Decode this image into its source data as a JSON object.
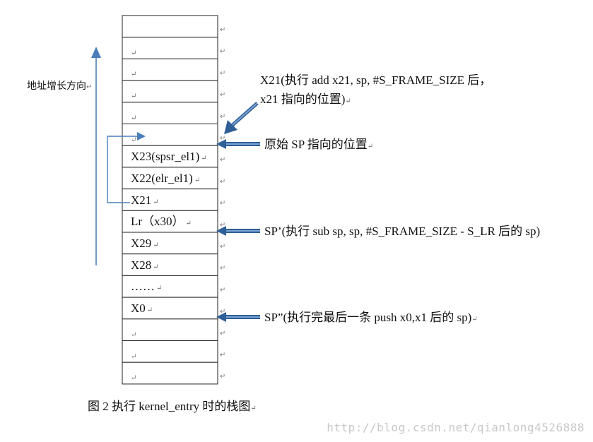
{
  "direction_label": "地址增长方向",
  "stack_cells": [
    {
      "label": ""
    },
    {
      "label": ""
    },
    {
      "label": ""
    },
    {
      "label": ""
    },
    {
      "label": ""
    },
    {
      "label": ""
    },
    {
      "label": "X23(spsr_el1)"
    },
    {
      "label": "X22(elr_el1)"
    },
    {
      "label": "X21"
    },
    {
      "label": "Lr（x30）"
    },
    {
      "label": "X29"
    },
    {
      "label": "X28"
    },
    {
      "label": "……"
    },
    {
      "label": "X0"
    },
    {
      "label": ""
    },
    {
      "label": ""
    },
    {
      "label": ""
    }
  ],
  "annotations": {
    "x21_line1": "X21(执行 add   x21, sp, #S_FRAME_SIZE 后，",
    "x21_line2": "x21 指向的位置)",
    "orig_sp": "原始 SP 指向的位置",
    "sp_prime": "SP’(执行 sub sp, sp, #S_FRAME_SIZE - S_LR 后的 sp)",
    "sp_double_prime": "SP”(执行完最后一条 push x0,x1 后的 sp)"
  },
  "caption": "图 2  执行 kernel_entry 时的栈图",
  "watermark": "http://blog.csdn.net/qianlong4526888",
  "colors": {
    "arrow_blue": "#4a7ebb",
    "arrow_blue_dark": "#2f5f96",
    "cell_border": "#222222",
    "watermark": "#c8c8c8"
  }
}
